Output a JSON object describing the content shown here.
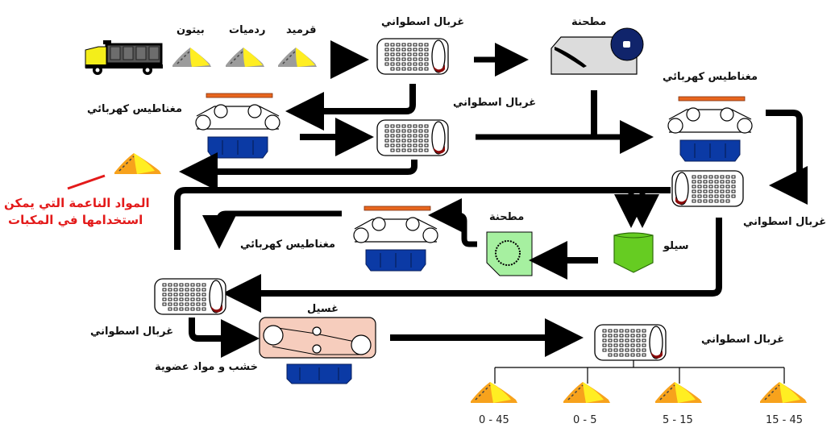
{
  "title": "مخطط إعادة تدوير مخلفات البناء",
  "colors": {
    "arrow": "#000000",
    "magnet": "#e8661e",
    "bin": "#0b3aa5",
    "grinder_top": "#dcdcdc",
    "grinder_wheel": "#10246b",
    "grinder_green": "#a6f0a0",
    "silo": "#66cc22",
    "washer": "#f6cdbd",
    "pile_yellow": "#ffee22",
    "pile_orange": "#f7a21c",
    "pile_gray": "#9c9c9c",
    "truck_yellow": "#f4ee1a",
    "red_text": "#e31a1a",
    "sieve_dark": "#8b0a0a"
  },
  "inputs": {
    "items": [
      {
        "label": "بيتون"
      },
      {
        "label": "ردميات"
      },
      {
        "label": "قرميد"
      }
    ]
  },
  "labels": {
    "sieve_top": "غربال اسطواني",
    "crusher_top": "مطحنة",
    "magnet_right": "مغناطيس كهربائي",
    "magnet_left": "مغناطيس كهربائي",
    "sieve_mid": "غربال اسطواني",
    "sieve_right": "غربال اسطواني",
    "fine_material_line1": "المواد الناعمة التي يمكن",
    "fine_material_line2": "استخدامها في المكبات",
    "magnet_mid": "مغناطيس كهربائي",
    "grinder_mid": "مطحنة",
    "silo": "سيلو",
    "sieve_left": "غربال اسطواني",
    "wash": "غسيل",
    "wood_organic": "خشب و مواد عضوية",
    "sieve_final": "غربال اسطواني"
  },
  "outputs": {
    "ranges": [
      "0 - 45",
      "0 - 5",
      "5 - 15",
      "15 - 45"
    ]
  }
}
